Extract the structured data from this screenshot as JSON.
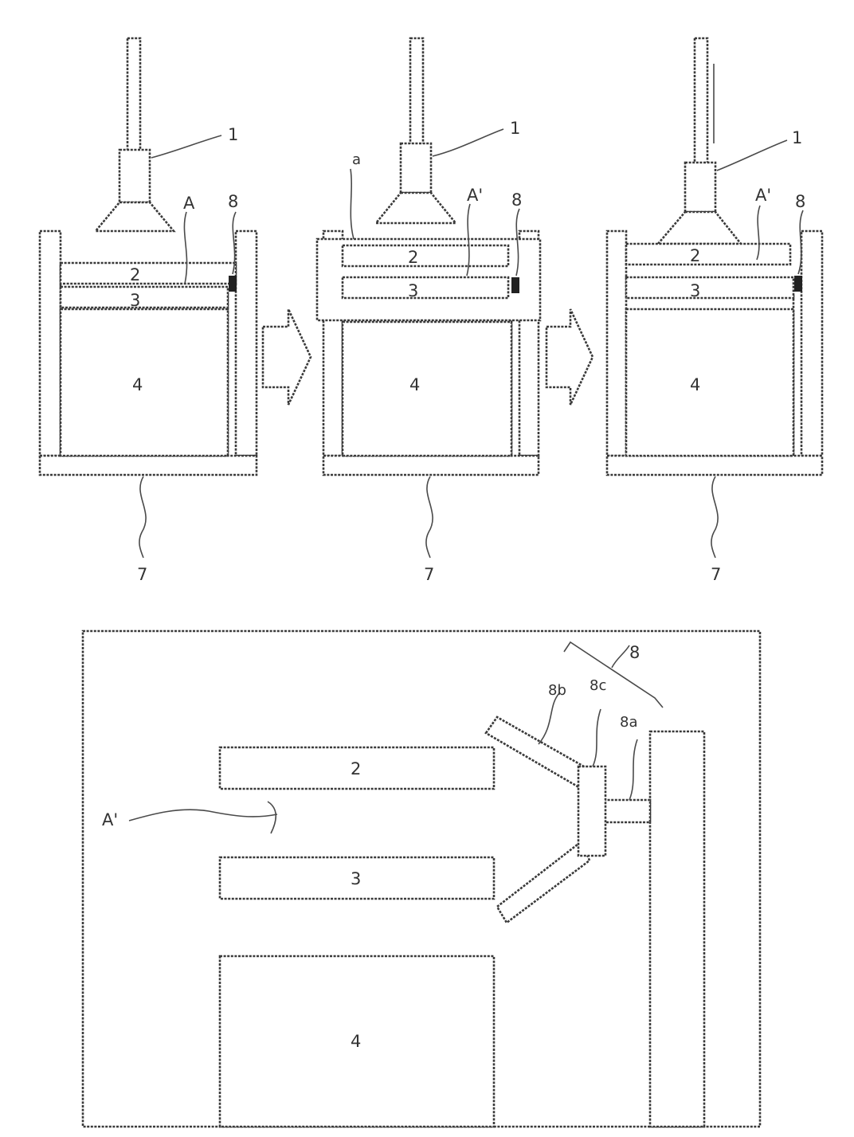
{
  "labels": {
    "press": "1",
    "upper_member": "2",
    "lower_member": "3",
    "base_block": "4",
    "stage": "7",
    "stopper": "8",
    "stopper_shaft": "8a",
    "stopper_arm": "8b",
    "stopper_head": "8c",
    "gap_before": "A",
    "gap_after": "A'",
    "frame_mark": "a"
  },
  "colors": {
    "line": "#3a3a3a",
    "background": "#ffffff"
  }
}
